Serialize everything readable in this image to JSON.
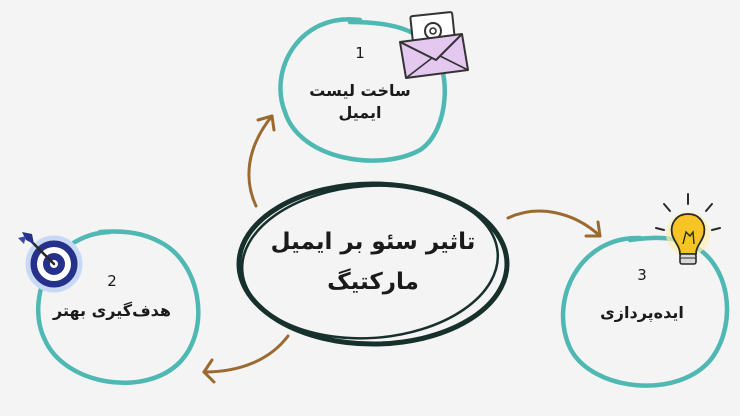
{
  "diagram": {
    "center": {
      "line1": "تاثیر سئو بر ایمیل",
      "line2": "مارکتیگ"
    },
    "nodes": [
      {
        "number": "1",
        "title_line1": "ساخت لیست",
        "title_line2": "ایمیل",
        "icon": "envelope-at-icon"
      },
      {
        "number": "2",
        "title_line1": "هدف‌گیری بهتر",
        "icon": "target-dart-icon"
      },
      {
        "number": "3",
        "title_line1": "ایده‌پردازی",
        "icon": "lightbulb-icon"
      }
    ]
  },
  "colors": {
    "background": "#f4f4f4",
    "circle_teal": "#4fb8b3",
    "center_ellipse": "#17302c",
    "arrow_brown": "#9a6a30",
    "envelope": "#e4c8f0",
    "target_blue": "#26318c",
    "bulb_yellow": "#f7c425"
  }
}
